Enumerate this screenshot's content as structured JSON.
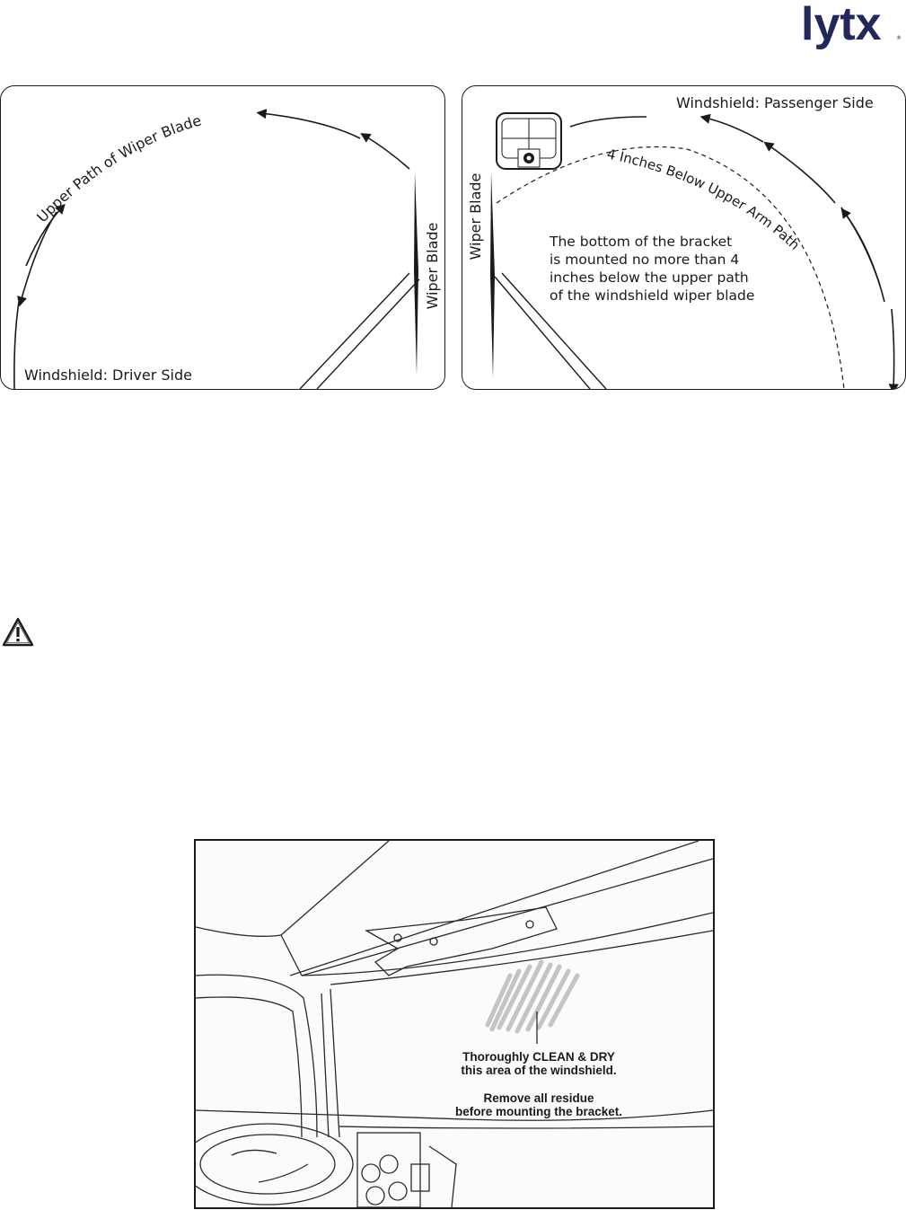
{
  "brand": {
    "name": "lytx",
    "color": "#22285a",
    "accent": "#2aa6c8"
  },
  "driver_panel": {
    "arc_label": "Upper Path of Wiper Blade",
    "blade_label": "Wiper Blade",
    "side_label": "Windshield: Driver Side"
  },
  "passenger_panel": {
    "side_label": "Windshield: Passenger Side",
    "blade_label": "Wiper Blade",
    "dashed_label": "4 Inches Below Upper Arm Path",
    "note_lines": [
      "The bottom of the bracket",
      "is mounted no more than 4",
      "inches below the upper path",
      "of the windshield wiper blade"
    ]
  },
  "warning": {
    "icon": "warning-triangle-icon"
  },
  "cab_illustration": {
    "clean_line1": "Thoroughly CLEAN & DRY",
    "clean_line2": "this area of the windshield.",
    "residue_line1": "Remove all residue",
    "residue_line2": "before mounting the bracket."
  }
}
